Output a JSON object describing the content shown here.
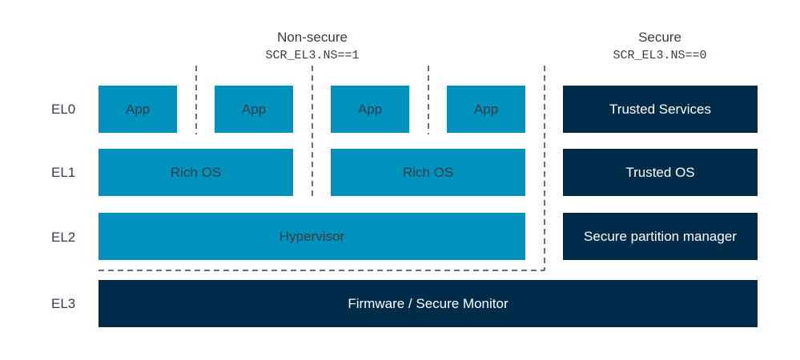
{
  "headers": {
    "non_secure": {
      "title": "Non-secure",
      "register": "SCR_EL3.NS==1"
    },
    "secure": {
      "title": "Secure",
      "register": "SCR_EL3.NS==0"
    }
  },
  "levels": [
    "EL0",
    "EL1",
    "EL2",
    "EL3"
  ],
  "non_secure": {
    "apps": [
      "App",
      "App",
      "App",
      "App"
    ],
    "rich_os": [
      "Rich OS",
      "Rich OS"
    ],
    "hypervisor": "Hypervisor"
  },
  "secure": {
    "el0": "Trusted Services",
    "el1": "Trusted OS",
    "el2": "Secure partition manager"
  },
  "el3": "Firmware / Secure Monitor",
  "colors": {
    "non_secure_fill": "#0091bd",
    "secure_fill": "#002b49",
    "text_dark": "#333e48",
    "text_light": "#ffffff",
    "boundary_line": "#333e48"
  }
}
